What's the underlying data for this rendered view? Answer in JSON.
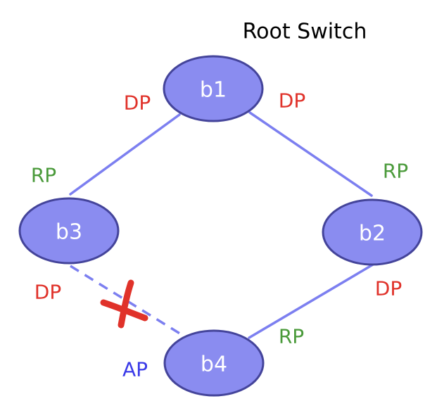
{
  "title": "Root Switch",
  "colors": {
    "node_fill": "#8a8cf0",
    "node_stroke": "#44449a",
    "link": "#7c7ff0",
    "designated_port": "#e0322a",
    "root_port": "#4a9a3a",
    "alternate_port": "#3a3ae8",
    "blocked_mark": "#e0322a"
  },
  "nodes": {
    "b1": {
      "label": "b1"
    },
    "b2": {
      "label": "b2"
    },
    "b3": {
      "label": "b3"
    },
    "b4": {
      "label": "b4"
    }
  },
  "ports": {
    "b1_left": {
      "label": "DP",
      "type": "designated"
    },
    "b1_right": {
      "label": "DP",
      "type": "designated"
    },
    "b3_top": {
      "label": "RP",
      "type": "root"
    },
    "b2_top": {
      "label": "RP",
      "type": "root"
    },
    "b3_bottom": {
      "label": "DP",
      "type": "designated"
    },
    "b2_bottom": {
      "label": "DP",
      "type": "designated"
    },
    "b4_right": {
      "label": "RP",
      "type": "root"
    },
    "b4_left": {
      "label": "AP",
      "type": "alternate"
    }
  },
  "links": [
    {
      "from": "b1",
      "to": "b3",
      "state": "forwarding"
    },
    {
      "from": "b1",
      "to": "b2",
      "state": "forwarding"
    },
    {
      "from": "b2",
      "to": "b4",
      "state": "forwarding"
    },
    {
      "from": "b3",
      "to": "b4",
      "state": "blocked"
    }
  ],
  "icons": {
    "blocked": "x-mark-icon"
  }
}
